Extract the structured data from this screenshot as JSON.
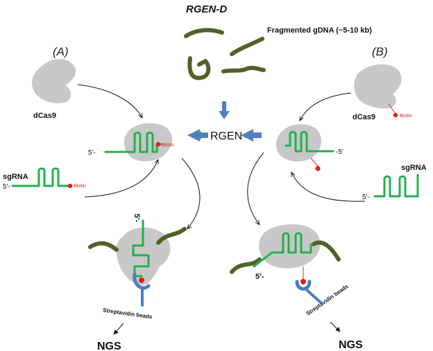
{
  "title": "RGEN-D",
  "panels": {
    "left": "(A)",
    "right": "(B)"
  },
  "labels": {
    "gdna": "Fragmented gDNA (~5-10 kb)",
    "rgen": "RGEN",
    "dcas9_left": "dCas9",
    "dcas9_right": "dCas9",
    "sgrna_left": "sgRNA",
    "sgrna_right": "sgRNA",
    "biotin": "-Biotin",
    "five_prime": "5'-",
    "five_prime_right": "-5'",
    "five_prime_short": "5'-",
    "streptavidin_left": "Streptavidin beads",
    "streptavidin_right": "Streptavidin beads",
    "ngs_left": "NGS",
    "ngs_right": "NGS"
  },
  "colors": {
    "dna": "#4f6228",
    "rna": "#22b14c",
    "protein": "#c8c8c8",
    "biotin": "#e0201e",
    "blue_arrow": "#4f81bd",
    "bead": "#4a7ebb"
  }
}
